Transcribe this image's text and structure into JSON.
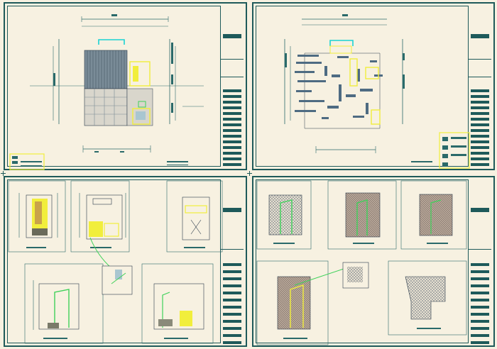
{
  "sheets": [
    {
      "id": "floor-plan-furniture",
      "label": ""
    },
    {
      "id": "floor-plan-ceiling",
      "label": ""
    },
    {
      "id": "elevations-kitchen-bath",
      "label": ""
    },
    {
      "id": "elevations-tile-walls",
      "label": ""
    }
  ],
  "colors": {
    "paper": "#f7f1e1",
    "frame": "#1e5a5a",
    "dimension": "#2a6a6a",
    "highlight_yellow": "#f1ee3c",
    "leader_green": "#3fd15a",
    "cyan_accent": "#19d3d3",
    "hatch": "#5a6f7f"
  }
}
